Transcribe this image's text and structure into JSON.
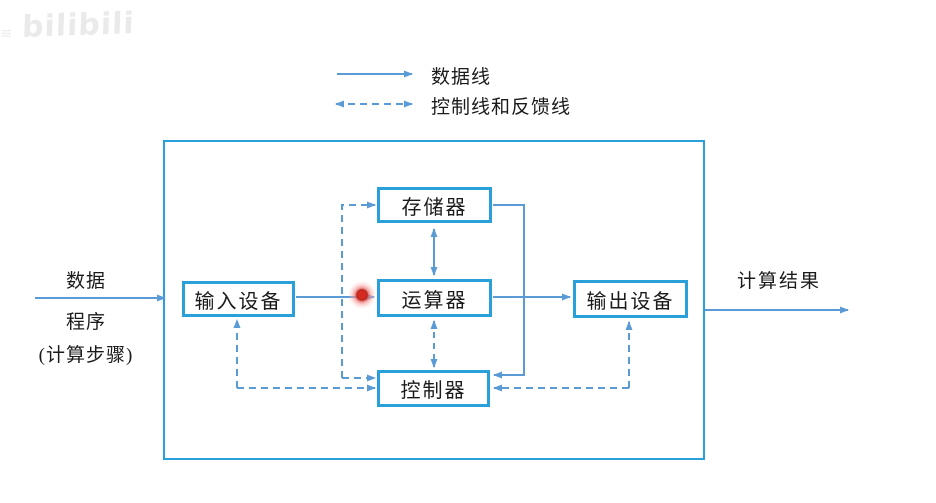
{
  "watermark": {
    "menu_glyph": "≡",
    "logo_text": "bilibili"
  },
  "legend": {
    "items": [
      {
        "label": "数据线",
        "line_style": "solid"
      },
      {
        "label": "控制线和反馈线",
        "line_style": "dashed"
      }
    ]
  },
  "diagram": {
    "boxes": [
      {
        "id": "memory",
        "label": "存储器"
      },
      {
        "id": "input",
        "label": "输入设备"
      },
      {
        "id": "alu",
        "label": "运算器"
      },
      {
        "id": "output",
        "label": "输出设备"
      },
      {
        "id": "controller",
        "label": "控制器"
      }
    ],
    "input_labels": {
      "line1": "数据",
      "line2": "程序",
      "line3": "(计算步骤)"
    },
    "output_label": "计算结果"
  },
  "colors": {
    "box_border": "#29a0da",
    "boundary_border": "#29a0da",
    "connector": "#5b9bd5",
    "laser_dot": "#d42a22",
    "text": "#1b1b1b",
    "watermark": "#eaeaea"
  }
}
